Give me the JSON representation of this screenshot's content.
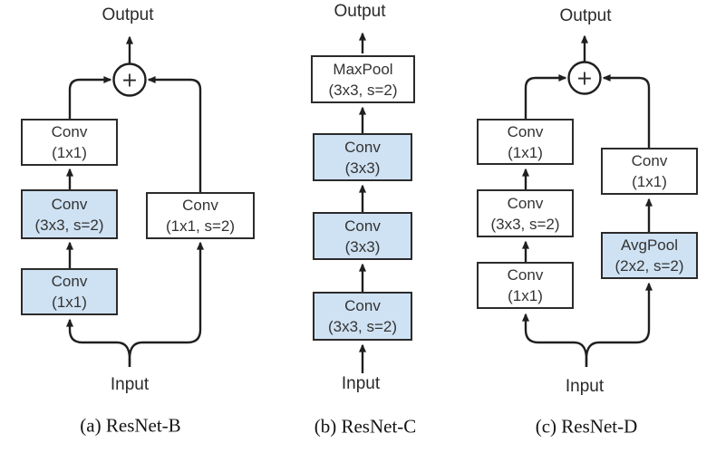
{
  "colors": {
    "highlight_fill": "#cfe2f3",
    "plain_fill": "#ffffff",
    "box_border": "#2b2b2b",
    "line": "#1f1f1f",
    "text": "#333333",
    "page_bg": "#ffffff"
  },
  "panels": [
    {
      "caption": "(a) ResNet-B",
      "output_label": "Output",
      "input_label": "Input",
      "plus_label": "+",
      "boxes": [
        {
          "title": "Conv",
          "params": "(1x1)",
          "highlighted": false
        },
        {
          "title": "Conv",
          "params": "(3x3, s=2)",
          "highlighted": true
        },
        {
          "title": "Conv",
          "params": "(1x1)",
          "highlighted": true
        },
        {
          "title": "Conv",
          "params": "(1x1, s=2)",
          "highlighted": false
        }
      ]
    },
    {
      "caption": "(b) ResNet-C",
      "output_label": "Output",
      "input_label": "Input",
      "boxes": [
        {
          "title": "MaxPool",
          "params": "(3x3, s=2)",
          "highlighted": false
        },
        {
          "title": "Conv",
          "params": "(3x3)",
          "highlighted": true
        },
        {
          "title": "Conv",
          "params": "(3x3)",
          "highlighted": true
        },
        {
          "title": "Conv",
          "params": "(3x3, s=2)",
          "highlighted": true
        }
      ]
    },
    {
      "caption": "(c) ResNet-D",
      "output_label": "Output",
      "input_label": "Input",
      "plus_label": "+",
      "boxes": [
        {
          "title": "Conv",
          "params": "(1x1)",
          "highlighted": false
        },
        {
          "title": "Conv",
          "params": "(3x3, s=2)",
          "highlighted": false
        },
        {
          "title": "Conv",
          "params": "(1x1)",
          "highlighted": false
        },
        {
          "title": "Conv",
          "params": "(1x1)",
          "highlighted": false
        },
        {
          "title": "AvgPool",
          "params": "(2x2, s=2)",
          "highlighted": true
        }
      ]
    }
  ]
}
